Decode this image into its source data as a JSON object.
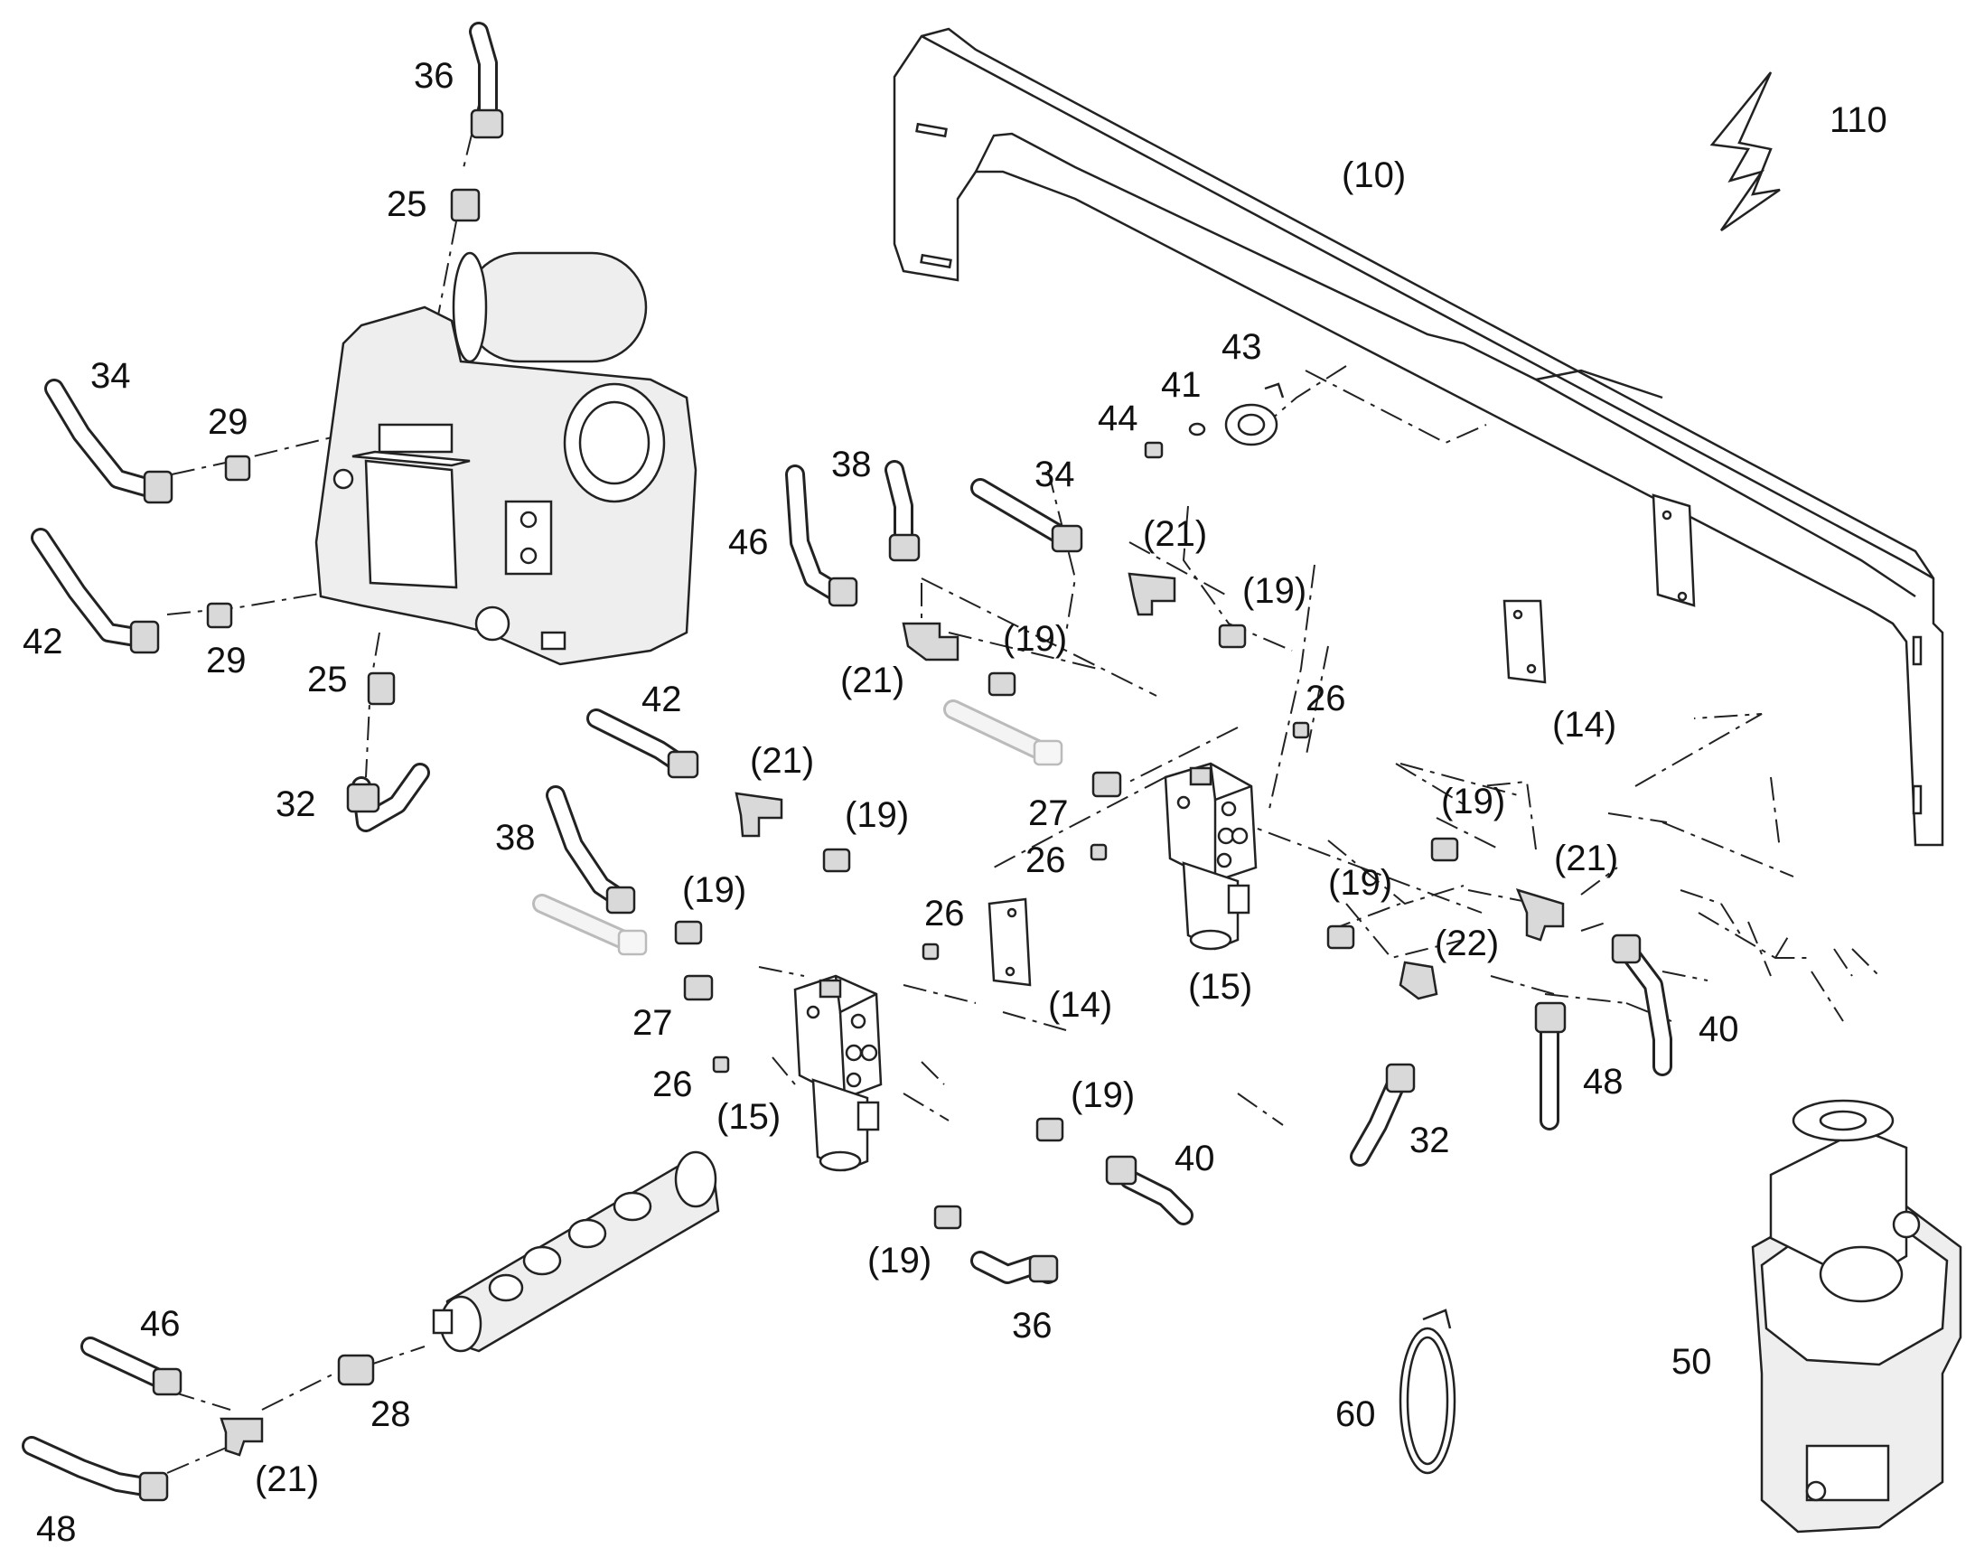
{
  "diagram": {
    "symbol_label": "110",
    "labels": {
      "frame": "(10)",
      "p36_top": "36",
      "p25_top": "25",
      "p34_left": "34",
      "p29_a": "29",
      "p42_left": "42",
      "p29_b": "29",
      "p25_bot": "25",
      "p32_left": "32",
      "p43": "43",
      "p41": "41",
      "p44": "44",
      "p38_top": "38",
      "p34_mid": "34",
      "p46_mid": "46",
      "p21_a": "(21)",
      "p19_a": "(19)",
      "p21_b": "(21)",
      "p19_b": "(19)",
      "p26_a": "26",
      "p14_right": "(14)",
      "p42_mid": "42",
      "p21_c": "(21)",
      "p19_c": "(19)",
      "p27_a": "27",
      "p26_b": "26",
      "p19_d": "(19)",
      "p21_d": "(21)",
      "p38_mid": "38",
      "p19_e": "(19)",
      "p19_f": "(19)",
      "p26_c": "26",
      "p22": "(22)",
      "p40_right": "40",
      "p15_right": "(15)",
      "p14_mid": "(14)",
      "p27_b": "27",
      "p48_right": "48",
      "p26_d": "26",
      "p15_left": "(15)",
      "p19_g": "(19)",
      "p32_mid": "32",
      "p40_mid": "40",
      "p19_h": "(19)",
      "p36_bot": "36",
      "p46_bot": "46",
      "p28": "28",
      "p21_e": "(21)",
      "p48_bot": "48",
      "p60": "60",
      "p50": "50"
    }
  }
}
